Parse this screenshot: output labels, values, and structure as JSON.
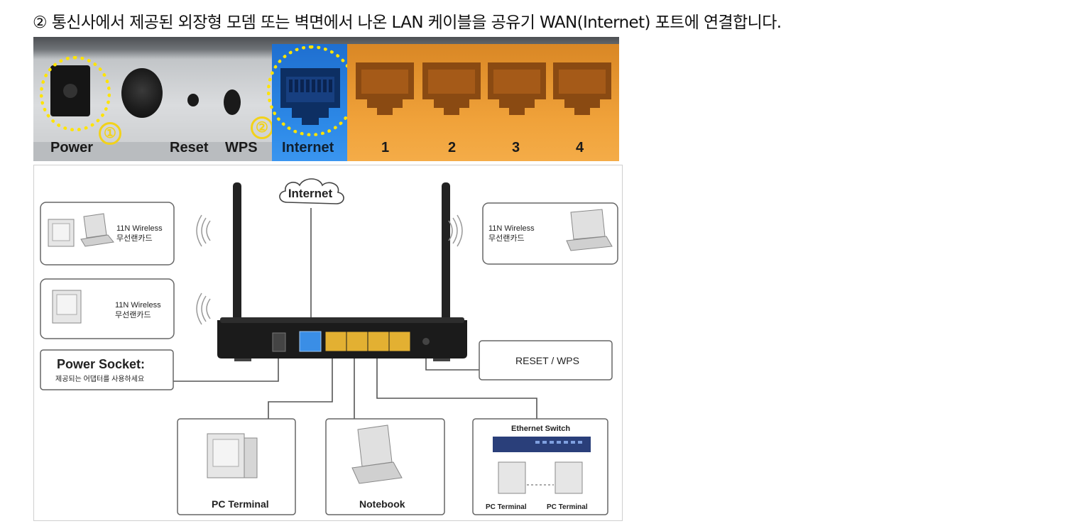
{
  "heading": "② 통신사에서 제공된 외장형 모뎀 또는 벽면에서 나온 LAN 케이블을 공유기 WAN(Internet) 포트에 연결합니다.",
  "panel": {
    "labels": {
      "power": "Power",
      "reset": "Reset",
      "wps": "WPS",
      "internet": "Internet",
      "lan1": "1",
      "lan2": "2",
      "lan3": "3",
      "lan4": "4"
    },
    "markers": {
      "one": "①",
      "two": "②"
    },
    "colors": {
      "wan": "#2d8ae8",
      "lan": "#f0a23a",
      "highlight": "#ffe400"
    }
  },
  "diagram": {
    "internet_cloud": "Internet",
    "wireless_left_top": {
      "line1": "11N Wireless",
      "line2": "무선랜카드"
    },
    "wireless_left_bottom": {
      "line1": "11N Wireless",
      "line2": "무선랜카드"
    },
    "wireless_right": {
      "line1": "11N Wireless",
      "line2": "무선랜카드"
    },
    "power_socket": {
      "title": "Power Socket:",
      "subtitle": "제공되는 어댑터를 사용하세요"
    },
    "reset_wps": "RESET / WPS",
    "pc_terminal": "PC Terminal",
    "notebook": "Notebook",
    "ethernet_switch": {
      "title": "Ethernet Switch",
      "pc1": "PC Terminal",
      "pc2": "PC Terminal"
    }
  }
}
